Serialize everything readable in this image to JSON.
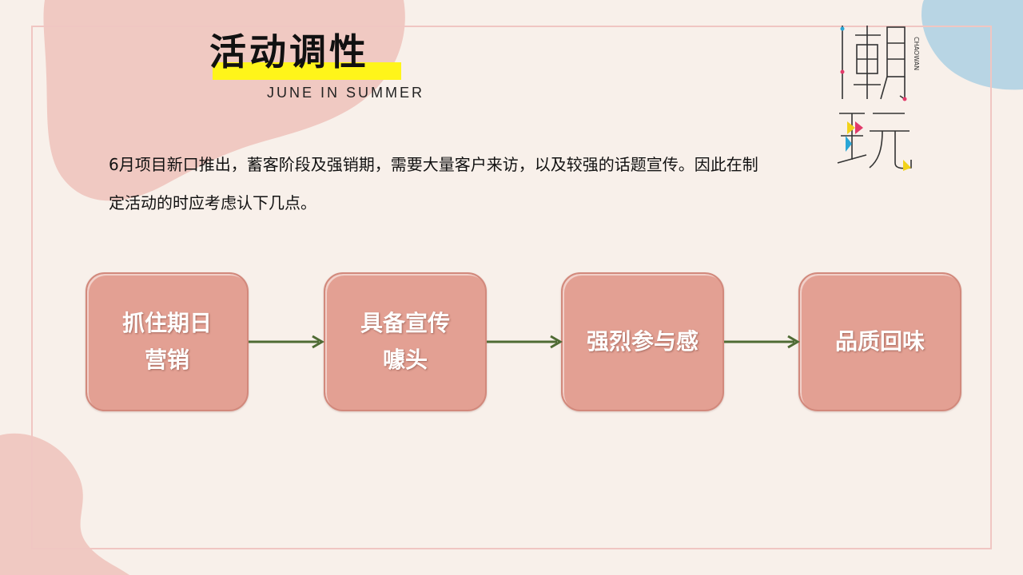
{
  "title": "活动调性",
  "subtitle": "JUNE IN SUMMER",
  "intro": "6月项目新口推出，蓄客阶段及强销期，需要大量客户来访，以及较强的话题宣传。因此在制定活动的时应考虑认下几点。",
  "logo": {
    "main_text": "潮玩",
    "small_text": "CHAOWAN"
  },
  "steps": [
    {
      "label": "抓住期日\n营销"
    },
    {
      "label": "具备宣传\n噱头"
    },
    {
      "label": "强烈参与感"
    },
    {
      "label": "品质回味"
    }
  ],
  "colors": {
    "background": "#f8f0ea",
    "step_fill": "#e3a093",
    "arrow": "#4f6b34",
    "blob_pink": "#f0c9c2",
    "blob_blue": "#b8d5e4",
    "highlight": "#fff51a"
  }
}
